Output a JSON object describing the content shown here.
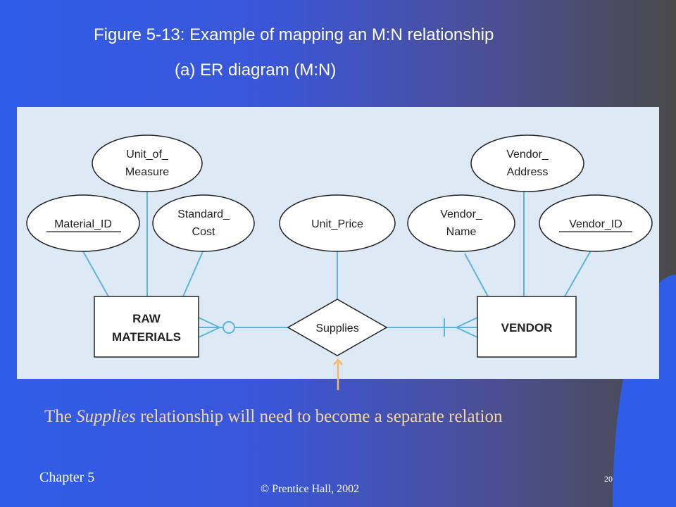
{
  "title_line1": "Figure 5-13: Example of mapping an M:N relationship",
  "title_line2": "(a) ER diagram (M:N)",
  "diagram": {
    "entities": [
      "RAW MATERIALS",
      "VENDOR"
    ],
    "entity_lines": {
      "raw": [
        "RAW",
        "MATERIALS"
      ],
      "vendor": [
        "VENDOR"
      ]
    },
    "relationship": "Supplies",
    "attributes": {
      "material_id": "Material_ID",
      "unit_of_measure": [
        "Unit_of_",
        "Measure"
      ],
      "standard_cost": [
        "Standard_",
        "Cost"
      ],
      "unit_price": "Unit_Price",
      "vendor_name": [
        "Vendor_",
        "Name"
      ],
      "vendor_address": [
        "Vendor_",
        "Address"
      ],
      "vendor_id": "Vendor_ID"
    },
    "colors": {
      "panel": "#dde9f5",
      "connector": "#5fb3d9",
      "stroke": "#222222",
      "shape_fill": "#ffffff"
    }
  },
  "caption": {
    "before": "The ",
    "italic": "Supplies",
    "after": " relationship will need to become a separate relation"
  },
  "footer": {
    "chapter": "Chapter 5",
    "copyright": "© Prentice Hall, 2002",
    "page": "20"
  },
  "colors": {
    "caption": "#f4d6a0",
    "arrow": "#f4b860",
    "title": "#ffffff"
  }
}
